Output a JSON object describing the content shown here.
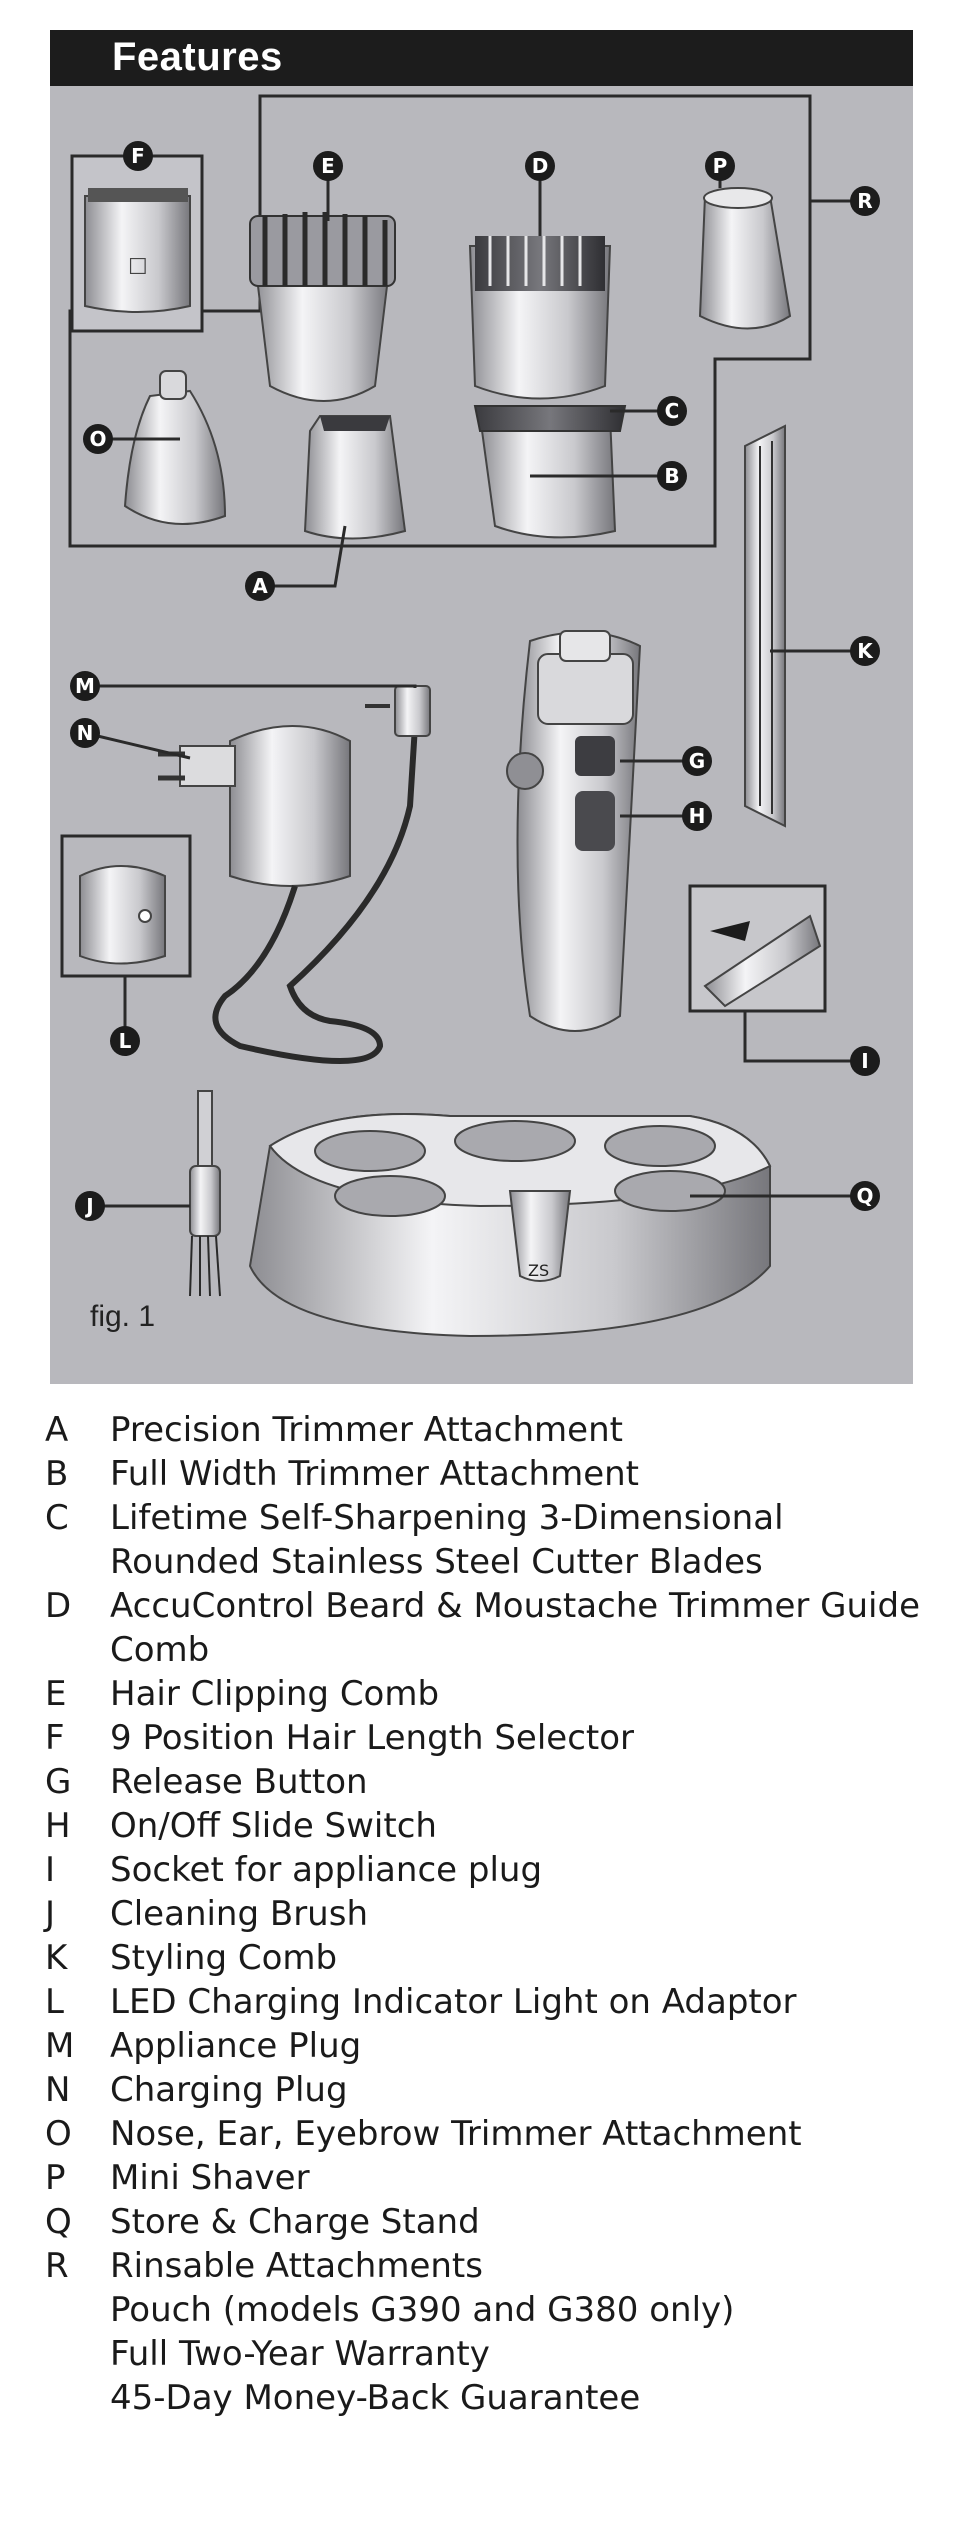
{
  "header": {
    "title": "Features"
  },
  "figure": {
    "caption": "fig. 1",
    "callouts": [
      "A",
      "B",
      "C",
      "D",
      "E",
      "F",
      "G",
      "H",
      "I",
      "J",
      "K",
      "L",
      "M",
      "N",
      "O",
      "P",
      "Q",
      "R"
    ],
    "charger_text": "ZS"
  },
  "legend": {
    "items": [
      {
        "letter": "A",
        "text": "Precision Trimmer Attachment"
      },
      {
        "letter": "B",
        "text": "Full Width Trimmer Attachment"
      },
      {
        "letter": "C",
        "text": "Lifetime Self-Sharpening 3-Dimensional Rounded Stainless Steel Cutter Blades"
      },
      {
        "letter": "D",
        "text": "AccuControl Beard & Moustache Trimmer Guide Comb"
      },
      {
        "letter": "E",
        "text": "Hair Clipping Comb"
      },
      {
        "letter": "F",
        "text": "9 Position Hair Length Selector"
      },
      {
        "letter": "G",
        "text": "Release Button"
      },
      {
        "letter": "H",
        "text": "On/Off Slide Switch"
      },
      {
        "letter": "I",
        "text": "Socket for appliance plug"
      },
      {
        "letter": "J",
        "text": "Cleaning Brush"
      },
      {
        "letter": "K",
        "text": "Styling Comb"
      },
      {
        "letter": "L",
        "text": "LED Charging Indicator Light on Adaptor"
      },
      {
        "letter": "M",
        "text": "Appliance Plug"
      },
      {
        "letter": "N",
        "text": "Charging Plug"
      },
      {
        "letter": "O",
        "text": "Nose, Ear, Eyebrow Trimmer Attachment"
      },
      {
        "letter": "P",
        "text": "Mini Shaver"
      },
      {
        "letter": "Q",
        "text": "Store & Charge Stand"
      },
      {
        "letter": "R",
        "text": "Rinsable Attachments"
      }
    ],
    "extras": [
      "Pouch (models G390 and G380 only)",
      "Full Two-Year Warranty",
      "45-Day Money-Back Guarantee"
    ]
  }
}
